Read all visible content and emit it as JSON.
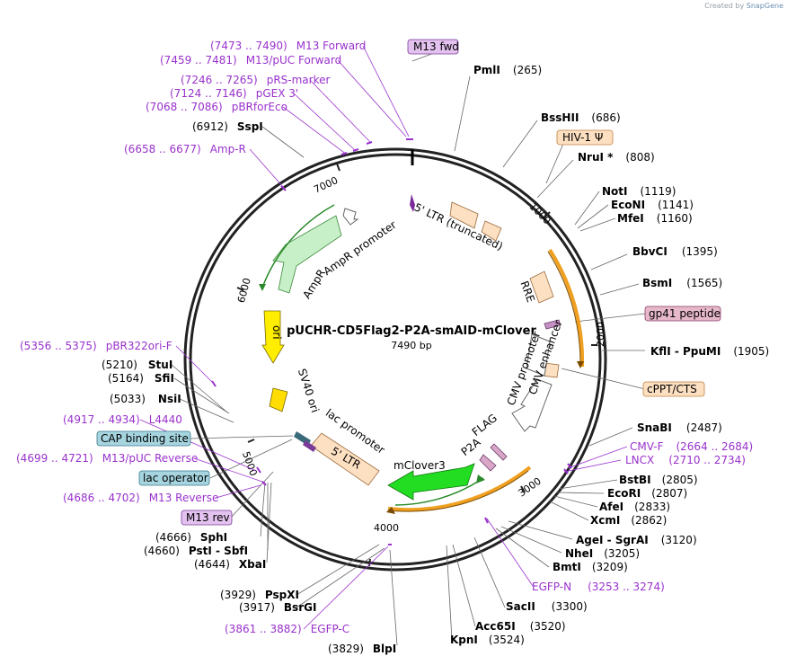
{
  "credit": {
    "prefix": "Created by",
    "brand": "SnapGene"
  },
  "plasmid": {
    "name": "pUCHR-CD5Flag2-P2A-smAID-mClover",
    "length": "7490 bp"
  },
  "ticks": [
    "1000",
    "2000",
    "3000",
    "4000",
    "5000",
    "6000",
    "7000"
  ],
  "colors": {
    "enzyme": "#000000",
    "primer": "#9932cc",
    "feature_box_orange": "#fde0c2",
    "feature_box_purple": "#e3c2ef",
    "feature_box_blue": "#a6d5e0",
    "feature_box_pink": "#e6b8c9",
    "backbone": "#222222"
  },
  "enzymes": [
    {
      "name": "PmlI",
      "pos": "(265)"
    },
    {
      "name": "BssHII",
      "pos": "(686)"
    },
    {
      "name": "NruI *",
      "pos": "(808)"
    },
    {
      "name": "NotI",
      "pos": "(1119)"
    },
    {
      "name": "EcoNI",
      "pos": "(1141)"
    },
    {
      "name": "MfeI",
      "pos": "(1160)"
    },
    {
      "name": "BbvCI",
      "pos": "(1395)"
    },
    {
      "name": "BsmI",
      "pos": "(1565)"
    },
    {
      "name": "KflI - PpuMI",
      "pos": "(1905)"
    },
    {
      "name": "SnaBI",
      "pos": "(2487)"
    },
    {
      "name": "BstBI",
      "pos": "(2805)"
    },
    {
      "name": "EcoRI",
      "pos": "(2807)"
    },
    {
      "name": "AfeI",
      "pos": "(2833)"
    },
    {
      "name": "XcmI",
      "pos": "(2862)"
    },
    {
      "name": "AgeI - SgrAI",
      "pos": "(3120)"
    },
    {
      "name": "NheI",
      "pos": "(3205)"
    },
    {
      "name": "BmtI",
      "pos": "(3209)"
    },
    {
      "name": "SacII",
      "pos": "(3300)"
    },
    {
      "name": "Acc65I",
      "pos": "(3520)"
    },
    {
      "name": "KpnI",
      "pos": "(3524)"
    },
    {
      "name": "BlpI",
      "pos": "(3829)"
    },
    {
      "name": "BsrGI",
      "pos": "(3917)"
    },
    {
      "name": "PspXI",
      "pos": "(3929)"
    },
    {
      "name": "XbaI",
      "pos": "(4644)"
    },
    {
      "name": "PstI - SbfI",
      "pos": "(4660)"
    },
    {
      "name": "SphI",
      "pos": "(4666)"
    },
    {
      "name": "NsiI",
      "pos": "(5033)"
    },
    {
      "name": "SfiI",
      "pos": "(5164)"
    },
    {
      "name": "StuI",
      "pos": "(5210)"
    },
    {
      "name": "SspI",
      "pos": "(6912)"
    }
  ],
  "primers": [
    {
      "name": "M13 Forward",
      "range": "(7473 .. 7490)"
    },
    {
      "name": "M13/pUC Forward",
      "range": "(7459 .. 7481)"
    },
    {
      "name": "pRS-marker",
      "range": "(7246 .. 7265)"
    },
    {
      "name": "pGEX 3'",
      "range": "(7124 .. 7146)"
    },
    {
      "name": "pBRforEco",
      "range": "(7068 .. 7086)"
    },
    {
      "name": "Amp-R",
      "range": "(6658 .. 6677)"
    },
    {
      "name": "CMV-F",
      "range": "(2664 .. 2684)"
    },
    {
      "name": "LNCX",
      "range": "(2710 .. 2734)"
    },
    {
      "name": "EGFP-N",
      "range": "(3253 .. 3274)"
    },
    {
      "name": "EGFP-C",
      "range": "(3861 .. 3882)"
    },
    {
      "name": "pBR322ori-F",
      "range": "(5356 .. 5375)"
    },
    {
      "name": "L4440",
      "range": "(4917 .. 4934)"
    },
    {
      "name": "M13/pUC Reverse",
      "range": "(4699 .. 4721)"
    },
    {
      "name": "M13 Reverse",
      "range": "(4686 .. 4702)"
    }
  ],
  "boxed_labels": [
    {
      "name": "M13 fwd"
    },
    {
      "name": "HIV-1 Ψ"
    },
    {
      "name": "gp41 peptide"
    },
    {
      "name": "cPPT/CTS"
    },
    {
      "name": "CAP binding site"
    },
    {
      "name": "lac operator"
    },
    {
      "name": "M13 rev"
    }
  ],
  "features": [
    {
      "name": "5' LTR (truncated)"
    },
    {
      "name": "RRE"
    },
    {
      "name": "CMV enhancer"
    },
    {
      "name": "CMV promoter"
    },
    {
      "name": "FLAG"
    },
    {
      "name": "P2A"
    },
    {
      "name": "mClover3"
    },
    {
      "name": "5' LTR"
    },
    {
      "name": "lac promoter"
    },
    {
      "name": "SV40 ori"
    },
    {
      "name": "ori"
    },
    {
      "name": "AmpR"
    },
    {
      "name": "AmpR promoter"
    }
  ]
}
